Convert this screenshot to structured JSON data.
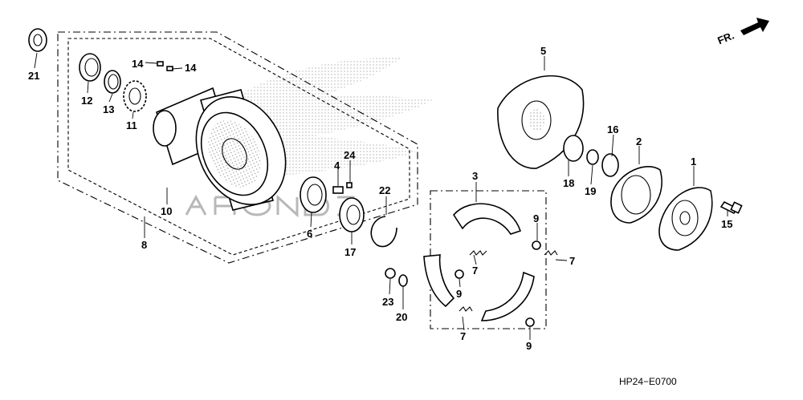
{
  "diagram": {
    "code": "HP24−E0700",
    "direction_label": "FR.",
    "callouts": {
      "c1": "1",
      "c2": "2",
      "c3": "3",
      "c4": "4",
      "c5": "5",
      "c6": "6",
      "c7a": "7",
      "c7b": "7",
      "c7c": "7",
      "c8": "8",
      "c9a": "9",
      "c9b": "9",
      "c9c": "9",
      "c10": "10",
      "c11": "11",
      "c12": "12",
      "c13": "13",
      "c14a": "14",
      "c14b": "14",
      "c15": "15",
      "c16": "16",
      "c17": "17",
      "c18": "18",
      "c19": "19",
      "c20": "20",
      "c21": "21",
      "c22": "22",
      "c23": "23",
      "c24": "24"
    },
    "colors": {
      "ink": "#000000",
      "background": "#ffffff",
      "watermark": "#c8c8c8"
    }
  }
}
